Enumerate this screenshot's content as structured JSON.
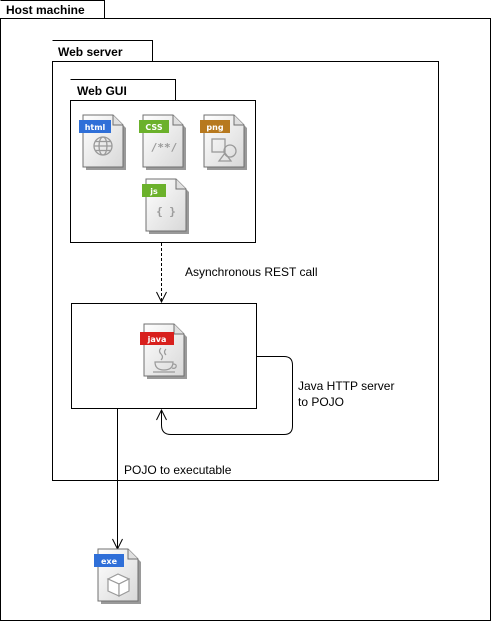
{
  "containers": {
    "host_machine": "Host machine",
    "web_server": "Web server",
    "web_gui": "Web GUI"
  },
  "files": {
    "html": "html",
    "css": "CSS",
    "png": "png",
    "js": "js",
    "java": "java",
    "exe": "exe"
  },
  "glyphs": {
    "css": "/**/",
    "js": "{ }"
  },
  "edges": {
    "rest_call": "Asynchronous REST call",
    "http_server_line1": "Java HTTP server",
    "http_server_line2": "to POJO",
    "pojo_to_exe": "POJO to executable"
  },
  "colors": {
    "html": "#2f6fd8",
    "css": "#6bb12b",
    "png": "#b7791f",
    "js": "#6bb12b",
    "java": "#d8201d",
    "exe": "#2f6fd8",
    "line": "#000000",
    "doc_fill": "#f0f0f0",
    "doc_shadow": "#9a9a9a"
  }
}
